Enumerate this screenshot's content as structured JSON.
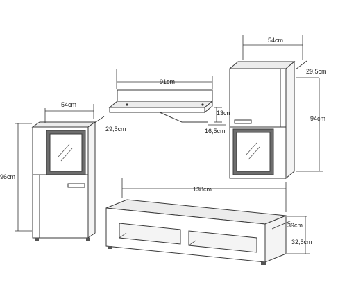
{
  "dimensions": {
    "tall_cabinet": {
      "width": "54cm",
      "depth": "29,5cm",
      "height": "96cm"
    },
    "wall_shelf": {
      "width": "91cm",
      "height": "13cm",
      "depth": "16,5cm"
    },
    "wall_cabinet": {
      "width": "54cm",
      "depth": "29,5cm",
      "height": "94cm"
    },
    "tv_bench": {
      "width": "138cm",
      "depth": "39cm",
      "height": "32,5cm"
    }
  }
}
